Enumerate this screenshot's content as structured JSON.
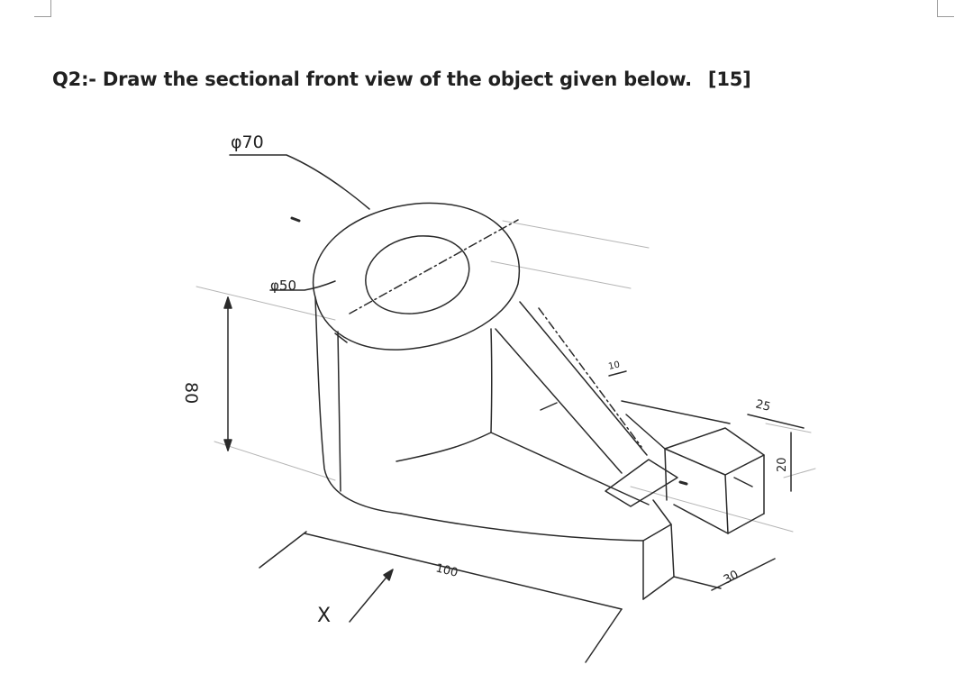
{
  "question": {
    "text": "Q2:- Draw the sectional front view of the object given below.",
    "marks": "[15]"
  },
  "dimensions": {
    "outer_diameter": "φ70",
    "inner_diameter": "φ50",
    "height": "80",
    "base_length": "100",
    "rib_thickness": "10",
    "block_width": "25",
    "block_height": "20",
    "block_depth": "30"
  },
  "view_marker": "X"
}
